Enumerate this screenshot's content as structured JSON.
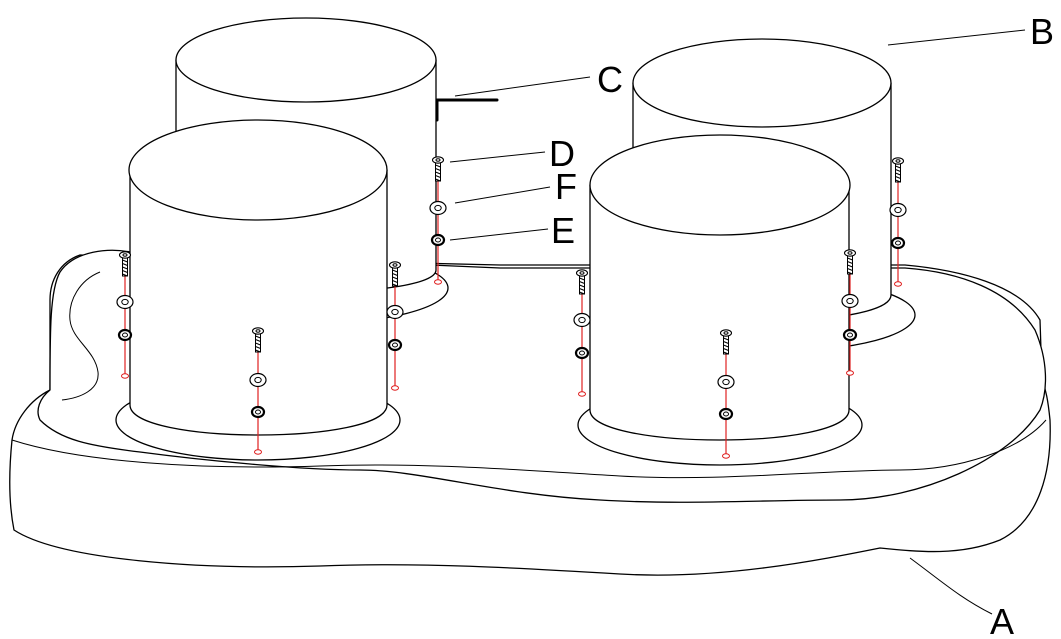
{
  "callouts": {
    "a": "A",
    "b": "B",
    "c": "C",
    "d": "D",
    "e": "E",
    "f": "F"
  },
  "colors": {
    "outline": "#000000",
    "fastener_axis": "#e02020",
    "background": "#ffffff"
  }
}
